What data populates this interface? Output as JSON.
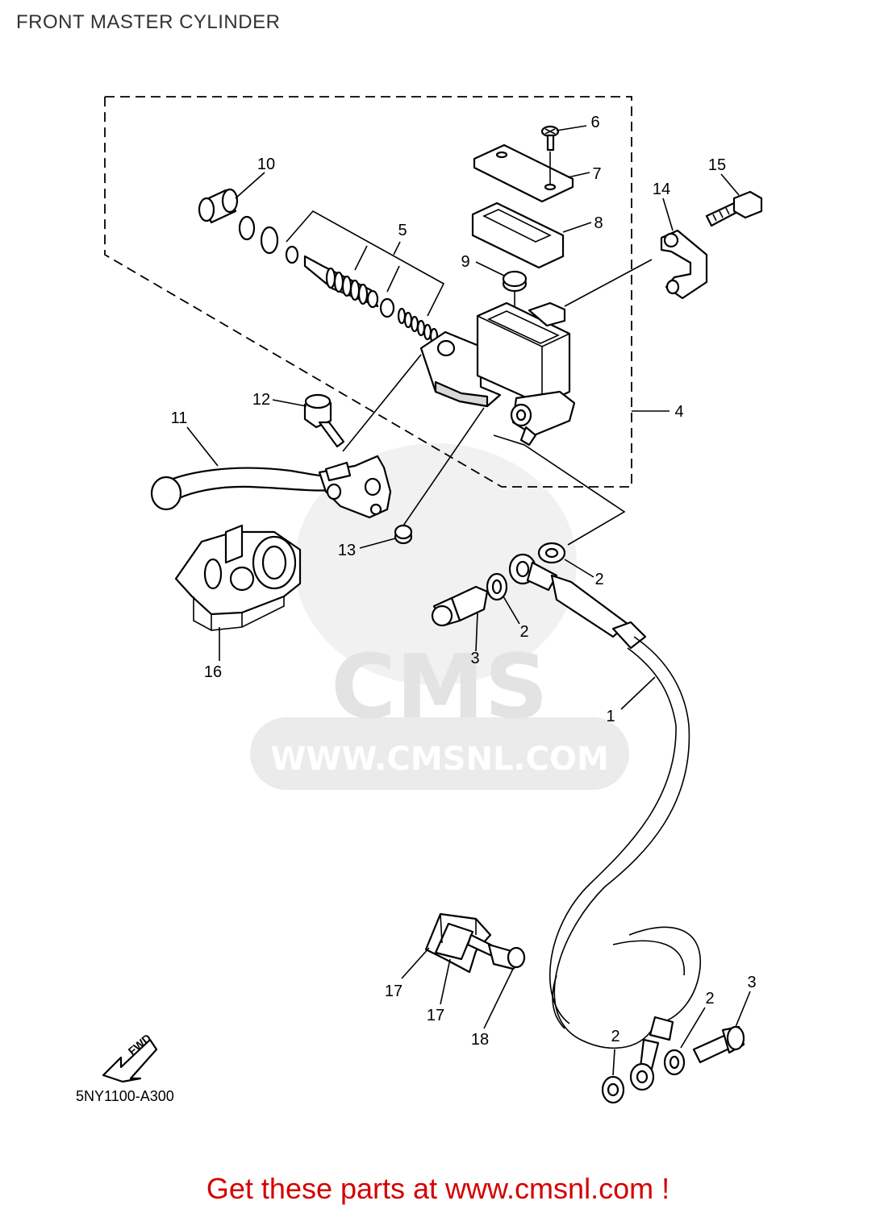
{
  "page": {
    "title": "FRONT MASTER CYLINDER",
    "diagram_code": "5NY1100-A300",
    "fwd_label": "FWD",
    "footer_cta": "Get these parts at www.cmsnl.com !"
  },
  "watermark": {
    "logo_text": "CMS",
    "url_text": "WWW.CMSNL.COM"
  },
  "callouts": {
    "c1": "1",
    "c2a": "2",
    "c2b": "2",
    "c2c": "2",
    "c2d": "2",
    "c3a": "3",
    "c3b": "3",
    "c4": "4",
    "c5": "5",
    "c6": "6",
    "c7": "7",
    "c8": "8",
    "c9": "9",
    "c10": "10",
    "c11": "11",
    "c12": "12",
    "c13": "13",
    "c14": "14",
    "c15": "15",
    "c16": "16",
    "c17a": "17",
    "c17b": "17",
    "c18": "18"
  },
  "colors": {
    "footer_text": "#d40000",
    "watermark": "#e3e3e3"
  }
}
